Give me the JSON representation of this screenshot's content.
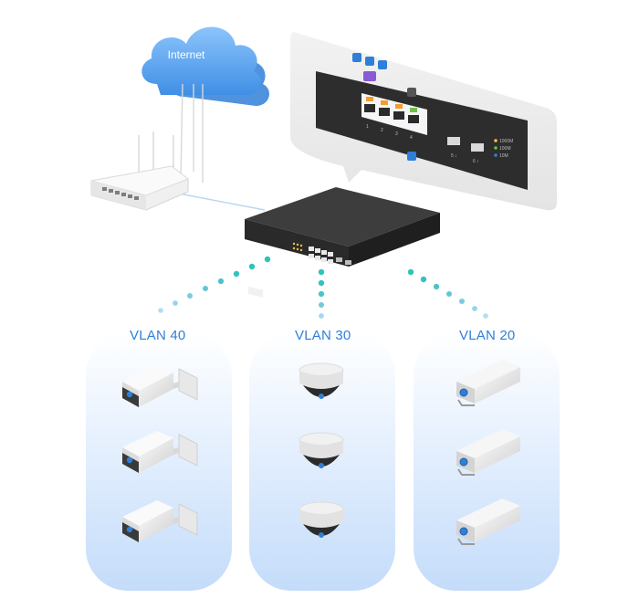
{
  "diagram": {
    "internet_label": "Internet",
    "vlans": [
      {
        "label": "VLAN 40",
        "camera_type": "bullet-camera-wall-mount",
        "count": 3
      },
      {
        "label": "VLAN 30",
        "camera_type": "dome-camera",
        "count": 3
      },
      {
        "label": "VLAN 20",
        "camera_type": "box-camera",
        "count": 3
      }
    ],
    "switch_panel": {
      "port_numbers": [
        "1",
        "2",
        "3",
        "4"
      ],
      "sfp_labels": [
        "5 ↕",
        "6 ↕"
      ],
      "led_legend": [
        "1000M",
        "100M",
        "10M"
      ]
    },
    "colors": {
      "accent": "#2f7fd8",
      "cloud": "#5aa6f0",
      "link_dots": "#2ec4b6",
      "column_fill": "#cfe3fb"
    }
  }
}
